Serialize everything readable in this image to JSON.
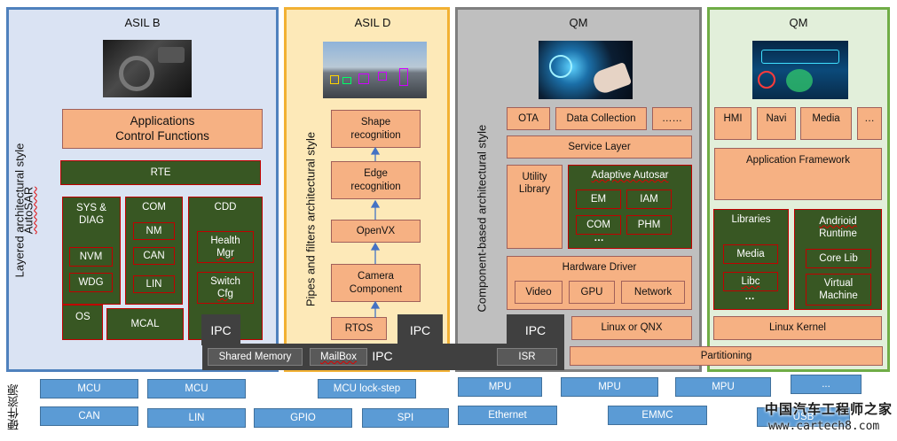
{
  "domains": {
    "asil_b": {
      "title": "ASIL B",
      "style": "Layered architectural style",
      "style2": "AutoSAR",
      "applications": "Applications",
      "control_functions": "Control Functions",
      "rte": "RTE",
      "sys_diag": "SYS &",
      "sys_diag2": "DIAG",
      "nvm": "NVM",
      "wdg": "WDG",
      "com": "COM",
      "nm": "NM",
      "can": "CAN",
      "lin": "LIN",
      "cdd": "CDD",
      "health": "Health",
      "mgr": "Mgr",
      "switch": "Switch",
      "cfg": "Cfg",
      "os": "OS",
      "mcal": "MCAL",
      "ipc": "IPC"
    },
    "asil_d": {
      "title": "ASIL D",
      "style": "Pipes and filters architectural style",
      "shape_recognition": "Shape recognition",
      "edge_recognition": "Edge recognition",
      "openvx": "OpenVX",
      "camera_component": "Camera Component",
      "rtos": "RTOS",
      "ipc": "IPC"
    },
    "qm1": {
      "title": "QM",
      "style": "Component-based architectural style",
      "ota": "OTA",
      "data_collection": "Data Collection",
      "more": "……",
      "service_layer": "Service Layer",
      "utility": "Utility",
      "library": "Library",
      "adaptive": "Adaptive Autosar",
      "em": "EM",
      "iam": "IAM",
      "com": "COM",
      "phm": "PHM",
      "dots": "…",
      "hardware_driver": "Hardware Driver",
      "video": "Video",
      "gpu": "GPU",
      "network": "Network",
      "linux_qnx": "Linux or QNX",
      "ipc": "IPC"
    },
    "qm2": {
      "title": "QM",
      "hmi": "HMI",
      "navi": "Navi",
      "media": "Media",
      "etc": "…",
      "app_framework": "Application Framework",
      "libraries": "Libraries",
      "media_lib": "Media",
      "libc": "Libc",
      "dots": "…",
      "android": "Andrioid",
      "runtime": "Runtime",
      "core_lib": "Core Lib",
      "virtual": "Virtual",
      "machine": "Machine",
      "linux_kernel": "Linux Kernel",
      "partitioning": "Partitioning"
    }
  },
  "ipc_bar": {
    "shared_memory": "Shared Memory",
    "mailbox": "MailBox",
    "ipc": "IPC",
    "isr": "ISR"
  },
  "hardware": {
    "label": "硬件资源",
    "row1": [
      "MCU",
      "MCU",
      "MCU lock-step",
      "MPU",
      "MPU",
      "MPU",
      "..."
    ],
    "row2": [
      "CAN",
      "LIN",
      "GPIO",
      "SPI",
      "Ethernet",
      "EMMC",
      "USB"
    ]
  },
  "watermark": {
    "line1": "中国汽车工程师之家",
    "line2": "www.cartech8.com"
  },
  "colors": {
    "asil_b_border": "#4f81bd",
    "asil_b_bg": "#dae3f3",
    "asil_d_border": "#f2b134",
    "asil_d_bg": "#fde9b8",
    "qm1_border": "#7f7f7f",
    "qm1_bg": "#bfbfbf",
    "qm2_border": "#70ad47",
    "qm2_bg": "#e2efda",
    "peach": "#f6b183",
    "green": "#385723",
    "hardware_blue": "#5b9bd5"
  }
}
